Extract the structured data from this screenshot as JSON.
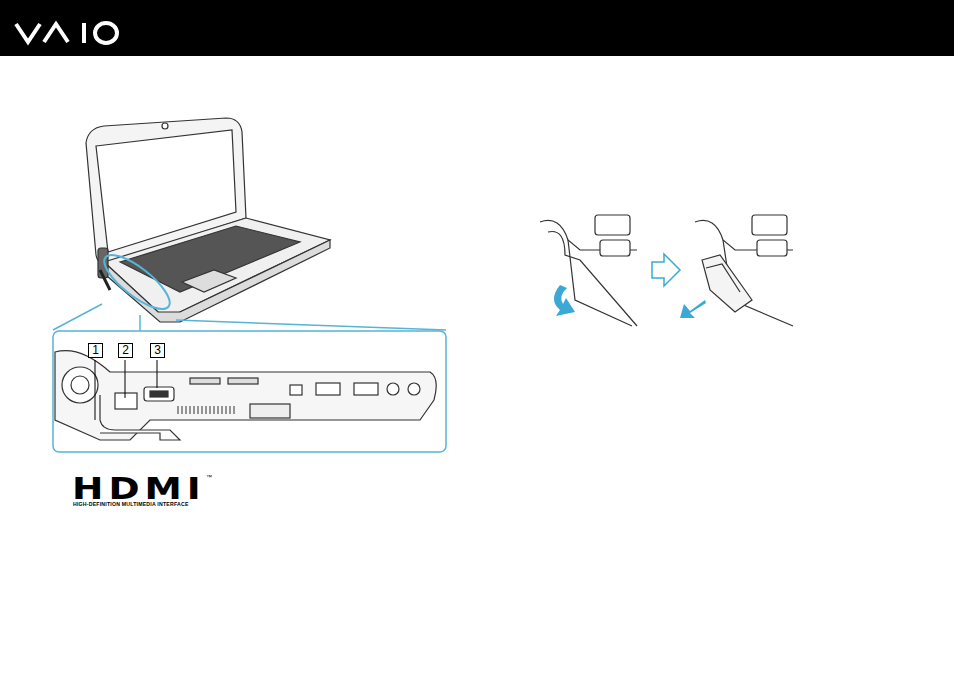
{
  "diagram": {
    "labels": [
      "1",
      "2",
      "3",
      "HDMI",
      "™",
      "HIGH-DEFINITION MULTIMEDIA INTERFACE"
    ]
  }
}
